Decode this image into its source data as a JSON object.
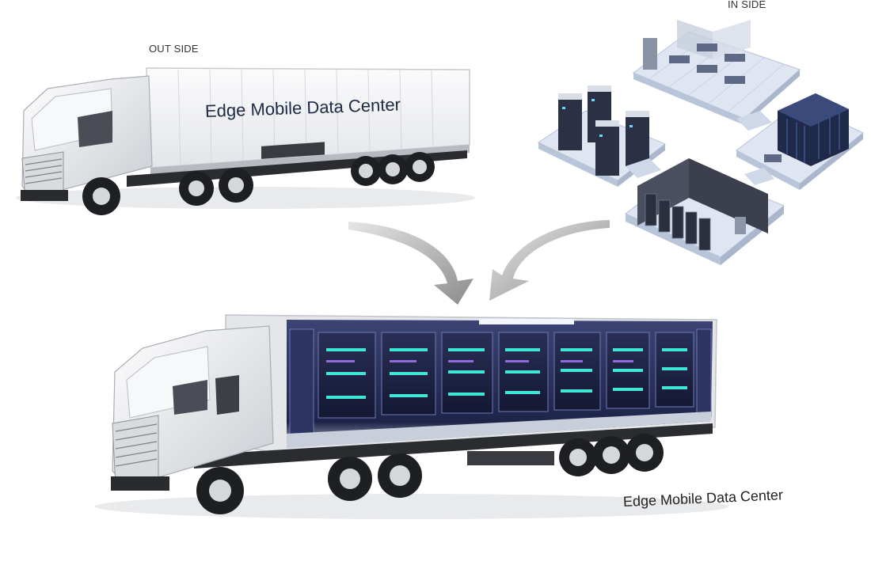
{
  "labels": {
    "outside": "OUT SIDE",
    "inside": "IN SIDE",
    "truck_side_text": "Edge Mobile Data Center",
    "bottom_caption": "Edge Mobile Data Center"
  },
  "colors": {
    "trailer_white": "#f4f5f7",
    "cab_white": "#e8eaee",
    "tire": "#1e1f22",
    "rack_blue": "#2b3560",
    "glow_cyan": "#3ee6d6",
    "floor_blue": "#c8d4e8",
    "arrow_grey": "#9a9a9a"
  }
}
